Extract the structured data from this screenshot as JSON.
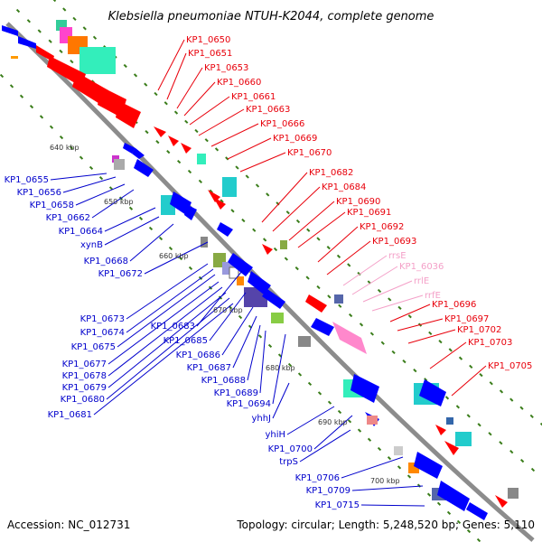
{
  "title": "Klebsiella pneumoniae NTUH-K2044, complete genome",
  "accession": "Accession: NC_012731",
  "topology": "Topology: circular; Length: 5,248,520 bp; Genes: 5,110",
  "colors": {
    "backbone": "#8c8c8c",
    "red_label": "#e8000b",
    "blue_label": "#0000cc",
    "pink_label": "#f4a0c8",
    "forward_gene": "#ff0000",
    "reverse_gene": "#0000ff",
    "tick": "#3a7d1a"
  },
  "kbp_ticks": [
    "640 kbp",
    "650 kbp",
    "660 kbp",
    "670 kbp",
    "680 kbp",
    "690 kbp",
    "700 kbp"
  ],
  "right_labels": [
    {
      "text": "KP1_0650",
      "color": "red"
    },
    {
      "text": "KP1_0651",
      "color": "red"
    },
    {
      "text": "KP1_0653",
      "color": "red"
    },
    {
      "text": "KP1_0660",
      "color": "red"
    },
    {
      "text": "KP1_0661",
      "color": "red"
    },
    {
      "text": "KP1_0663",
      "color": "red"
    },
    {
      "text": "KP1_0666",
      "color": "red"
    },
    {
      "text": "KP1_0669",
      "color": "red"
    },
    {
      "text": "KP1_0670",
      "color": "red"
    },
    {
      "text": "KP1_0682",
      "color": "red"
    },
    {
      "text": "KP1_0684",
      "color": "red"
    },
    {
      "text": "KP1_0690",
      "color": "red"
    },
    {
      "text": "KP1_0691",
      "color": "red"
    },
    {
      "text": "KP1_0692",
      "color": "red"
    },
    {
      "text": "KP1_0693",
      "color": "red"
    },
    {
      "text": "rrsE",
      "color": "pink"
    },
    {
      "text": "KP1_6036",
      "color": "pink"
    },
    {
      "text": "rrlE",
      "color": "pink"
    },
    {
      "text": "rrfE",
      "color": "pink"
    },
    {
      "text": "KP1_0696",
      "color": "red"
    },
    {
      "text": "KP1_0697",
      "color": "red"
    },
    {
      "text": "KP1_0702",
      "color": "red"
    },
    {
      "text": "KP1_0703",
      "color": "red"
    },
    {
      "text": "KP1_0705",
      "color": "red"
    }
  ],
  "left_labels": [
    {
      "text": "KP1_0655"
    },
    {
      "text": "KP1_0656"
    },
    {
      "text": "KP1_0658"
    },
    {
      "text": "KP1_0662"
    },
    {
      "text": "KP1_0664"
    },
    {
      "text": "xynB"
    },
    {
      "text": "KP1_0668"
    },
    {
      "text": "KP1_0672"
    },
    {
      "text": "KP1_0673"
    },
    {
      "text": "KP1_0674"
    },
    {
      "text": "KP1_0675"
    },
    {
      "text": "KP1_0677"
    },
    {
      "text": "KP1_0678"
    },
    {
      "text": "KP1_0679"
    },
    {
      "text": "KP1_0680"
    },
    {
      "text": "KP1_0681"
    },
    {
      "text": "KP1_0683"
    },
    {
      "text": "KP1_0685"
    },
    {
      "text": "KP1_0686"
    },
    {
      "text": "KP1_0687"
    },
    {
      "text": "KP1_0688"
    },
    {
      "text": "KP1_0689"
    },
    {
      "text": "KP1_0694"
    },
    {
      "text": "yhhJ"
    },
    {
      "text": "yhiH"
    },
    {
      "text": "KP1_0700"
    },
    {
      "text": "trpS"
    },
    {
      "text": "KP1_0706"
    },
    {
      "text": "KP1_0709"
    },
    {
      "text": "KP1_0715"
    }
  ]
}
